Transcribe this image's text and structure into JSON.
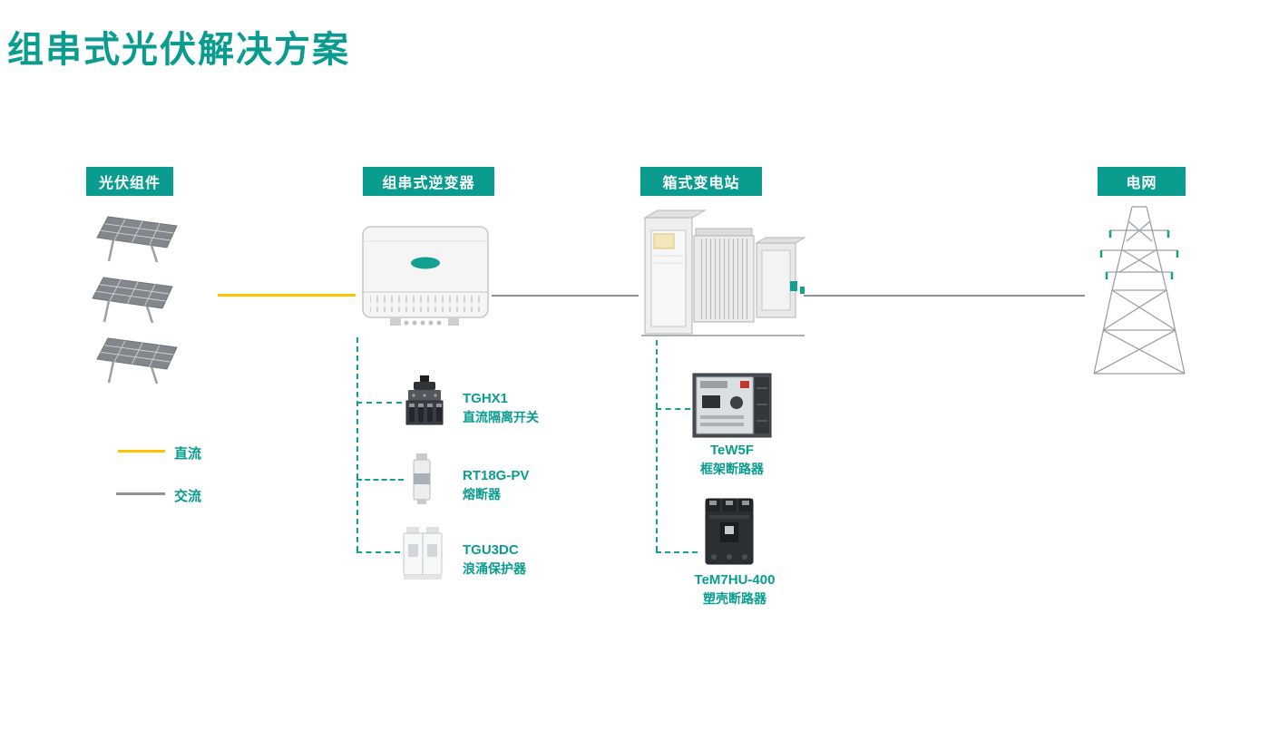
{
  "page": {
    "title": "组串式光伏解决方案"
  },
  "stations": {
    "pv": {
      "label": "光伏组件"
    },
    "inverter": {
      "label": "组串式逆变器"
    },
    "substation": {
      "label": "箱式变电站"
    },
    "grid": {
      "label": "电网"
    }
  },
  "legend": {
    "dc": {
      "label": "直流",
      "color": "#FFC000"
    },
    "ac": {
      "label": "交流",
      "color": "#8E9296"
    }
  },
  "components": {
    "inverter": [
      {
        "model": "TGHX1",
        "name": "直流隔离开关"
      },
      {
        "model": "RT18G-PV",
        "name": "熔断器"
      },
      {
        "model": "TGU3DC",
        "name": "浪涌保护器"
      }
    ],
    "substation": [
      {
        "model": "TeW5F",
        "name": "框架断路器"
      },
      {
        "model": "TeM7HU-400",
        "name": "塑壳断路器"
      }
    ]
  },
  "colors": {
    "accent": "#0A9C8E",
    "dc_line": "#FFC000",
    "ac_line": "#8E9296",
    "connector_dashed": "#0FA392"
  }
}
